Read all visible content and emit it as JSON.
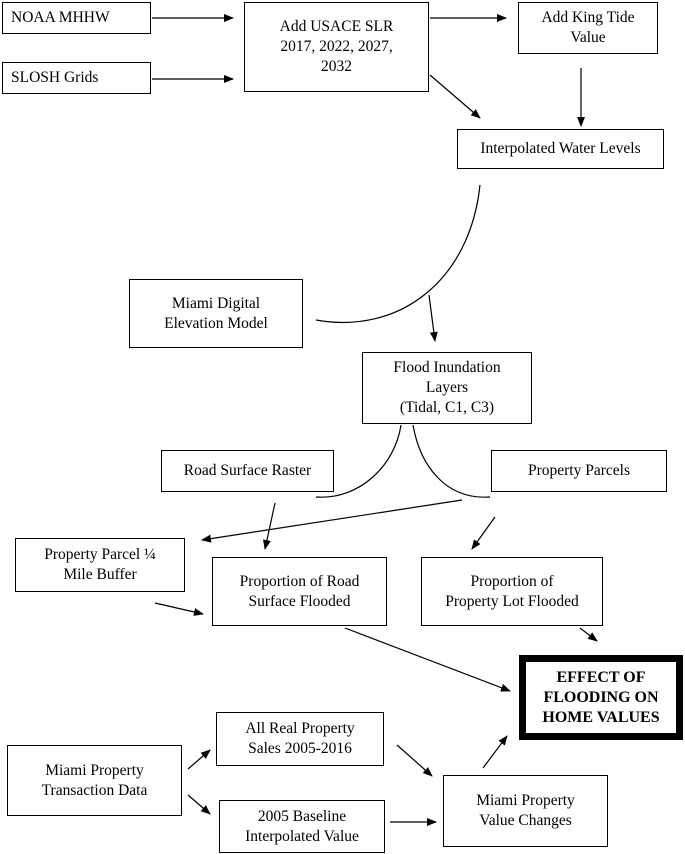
{
  "boxes": {
    "noaa": "NOAA MHHW",
    "slosh": "SLOSH Grids",
    "usace": "Add USACE SLR\n2017, 2022, 2027,\n2032",
    "king_tide": "Add King Tide\nValue",
    "interp_water": "Interpolated Water Levels",
    "dem": "Miami Digital\nElevation Model",
    "flood_layers": "Flood Inundation\nLayers\n(Tidal, C1, C3)",
    "road_raster": "Road Surface Raster",
    "parcels": "Property Parcels",
    "buffer": "Property Parcel ¼\nMile Buffer",
    "road_flooded": "Proportion of Road\nSurface Flooded",
    "lot_flooded": "Proportion of\nProperty Lot Flooded",
    "effect": "EFFECT OF\nFLOODING ON\nHOME VALUES",
    "sales": "All Real Property\nSales 2005-2016",
    "transaction": "Miami Property\nTransaction Data",
    "baseline": "2005 Baseline\nInterpolated Value",
    "value_changes": "Miami Property\nValue Changes"
  }
}
